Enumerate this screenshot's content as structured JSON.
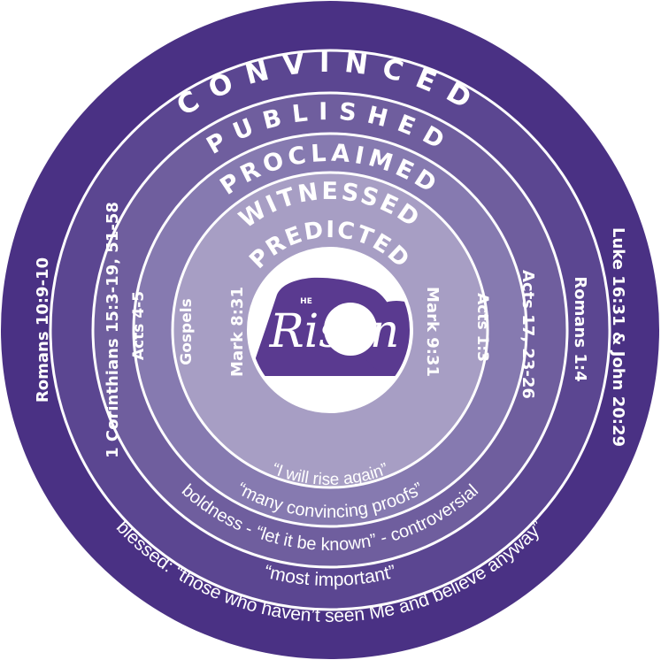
{
  "colors": {
    "ring_outer": "#4a3184",
    "ring_2": "#5b4691",
    "ring_3": "#6f5e9e",
    "ring_4": "#867ab0",
    "ring_5": "#a79ec4",
    "center": "#ffffff",
    "logo": "#5a3a90",
    "border": "#ffffff"
  },
  "rings": [
    {
      "title": "CONVINCED",
      "left_ref": "Romans 10:9-10",
      "right_ref": "Luke 16:31 & John 20:29",
      "quote": "blessed: “those who haven’t seen Me and believe anyway”"
    },
    {
      "title": "PUBLISHED",
      "left_ref": "1 Corinthians 15:3-19, 51-58",
      "right_ref": "Romans 1:4",
      "quote": "“most important”"
    },
    {
      "title": "PROCLAIMED",
      "left_ref": "Acts 4-5",
      "right_ref": "Acts 17, 23-26",
      "quote": "boldness - “let it be known” - controversial"
    },
    {
      "title": "WITNESSED",
      "left_ref": "Gospels",
      "right_ref": "Acts 1:3",
      "quote": "“many convincing proofs”"
    },
    {
      "title": "PREDICTED",
      "left_ref": "Mark 8:31",
      "right_ref": "Mark 9:31",
      "quote": "“I will rise again”"
    }
  ],
  "logo": {
    "small_text": "HE",
    "big_text": "Risen"
  }
}
